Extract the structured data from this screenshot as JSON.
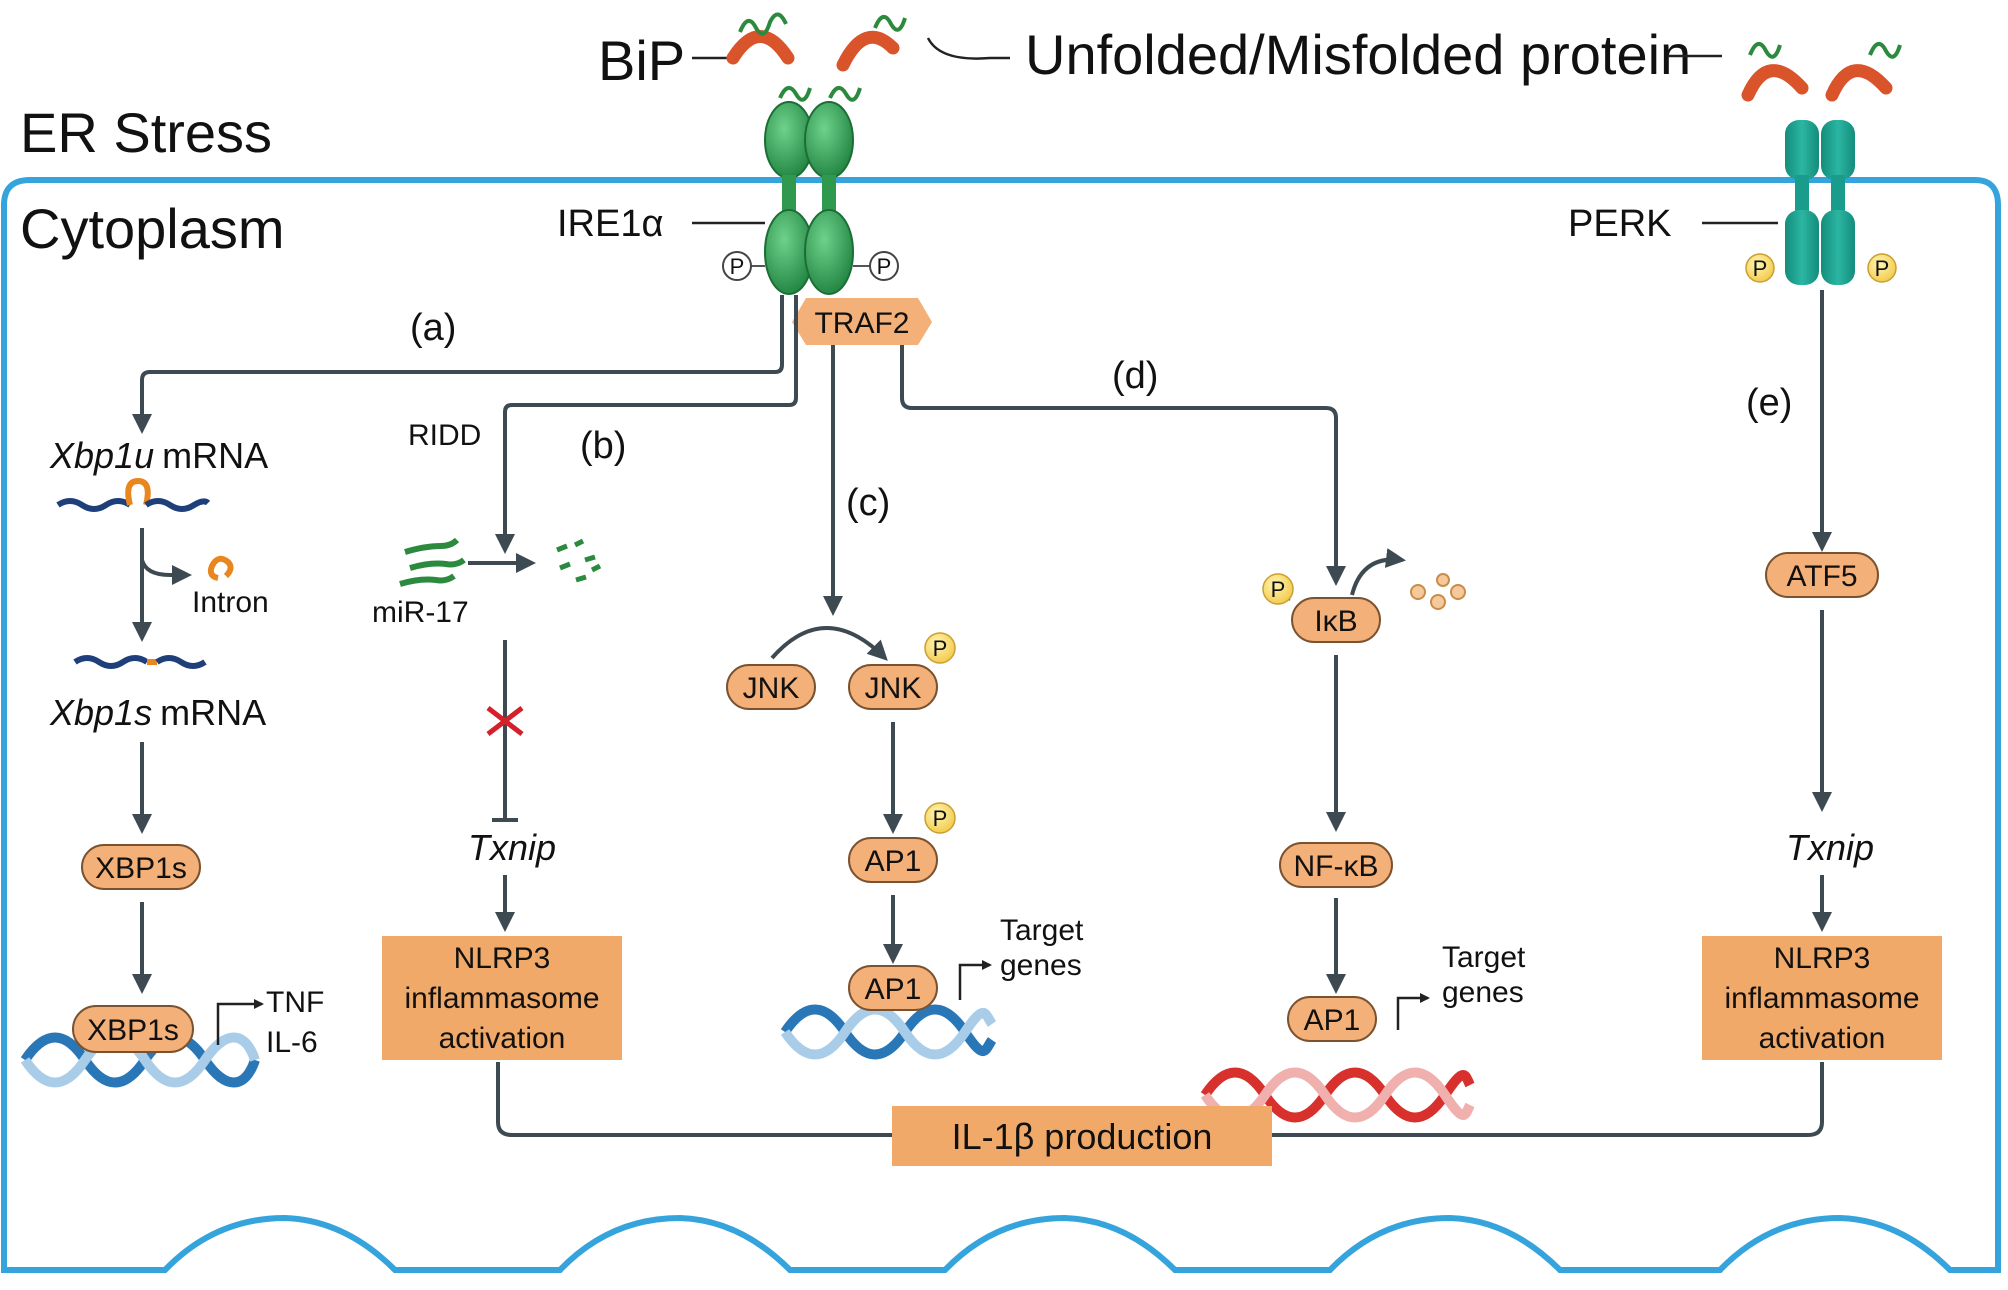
{
  "header": {
    "bip": "BiP",
    "unfolded": "Unfolded/Misfolded protein",
    "er_stress": "ER Stress",
    "cytoplasm": "Cytoplasm",
    "ire1a": "IRE1α",
    "perk": "PERK",
    "p": "P",
    "traf2": "TRAF2"
  },
  "branches": {
    "a": "(a)",
    "b": "(b)",
    "c": "(c)",
    "d": "(d)",
    "e": "(e)"
  },
  "path_a": {
    "xbp1u_gene": "Xbp1u",
    "mrna": "mRNA",
    "intron": "Intron",
    "xbp1s_gene": "Xbp1s",
    "xbp1s": "XBP1s",
    "tnf": "TNF",
    "il6": "IL-6"
  },
  "path_b": {
    "ridd": "RIDD",
    "mir17": "miR-17",
    "txnip": "Txnip",
    "nlrp3_line1": "NLRP3",
    "nlrp3_line2": "inflammasome",
    "nlrp3_line3": "activation"
  },
  "path_c": {
    "jnk": "JNK",
    "ap1": "AP1",
    "target_line1": "Target",
    "target_line2": "genes"
  },
  "path_d": {
    "ikb": "IκB",
    "nfkb": "NF-κB",
    "ap1": "AP1",
    "target_line1": "Target",
    "target_line2": "genes"
  },
  "path_e": {
    "atf5": "ATF5",
    "txnip": "Txnip",
    "nlrp3_line1": "NLRP3",
    "nlrp3_line2": "inflammasome",
    "nlrp3_line3": "activation"
  },
  "output": {
    "il1b": "IL-1β production"
  },
  "colors": {
    "membrane": "#36a4dc",
    "arrow": "#3e4a52",
    "ire1_green": "#2f9a4e",
    "perk_teal": "#1a9c8c",
    "pill": "#f3b078",
    "box": "#f0a968",
    "bip_red": "#d9542b",
    "dna_blue": "#2a77b8",
    "dna_red": "#d8302c",
    "mrna_navy": "#1f3f7a",
    "intron_orange": "#e8861f",
    "mir_green": "#2c8a3e",
    "inhibit_red": "#d3202a"
  }
}
